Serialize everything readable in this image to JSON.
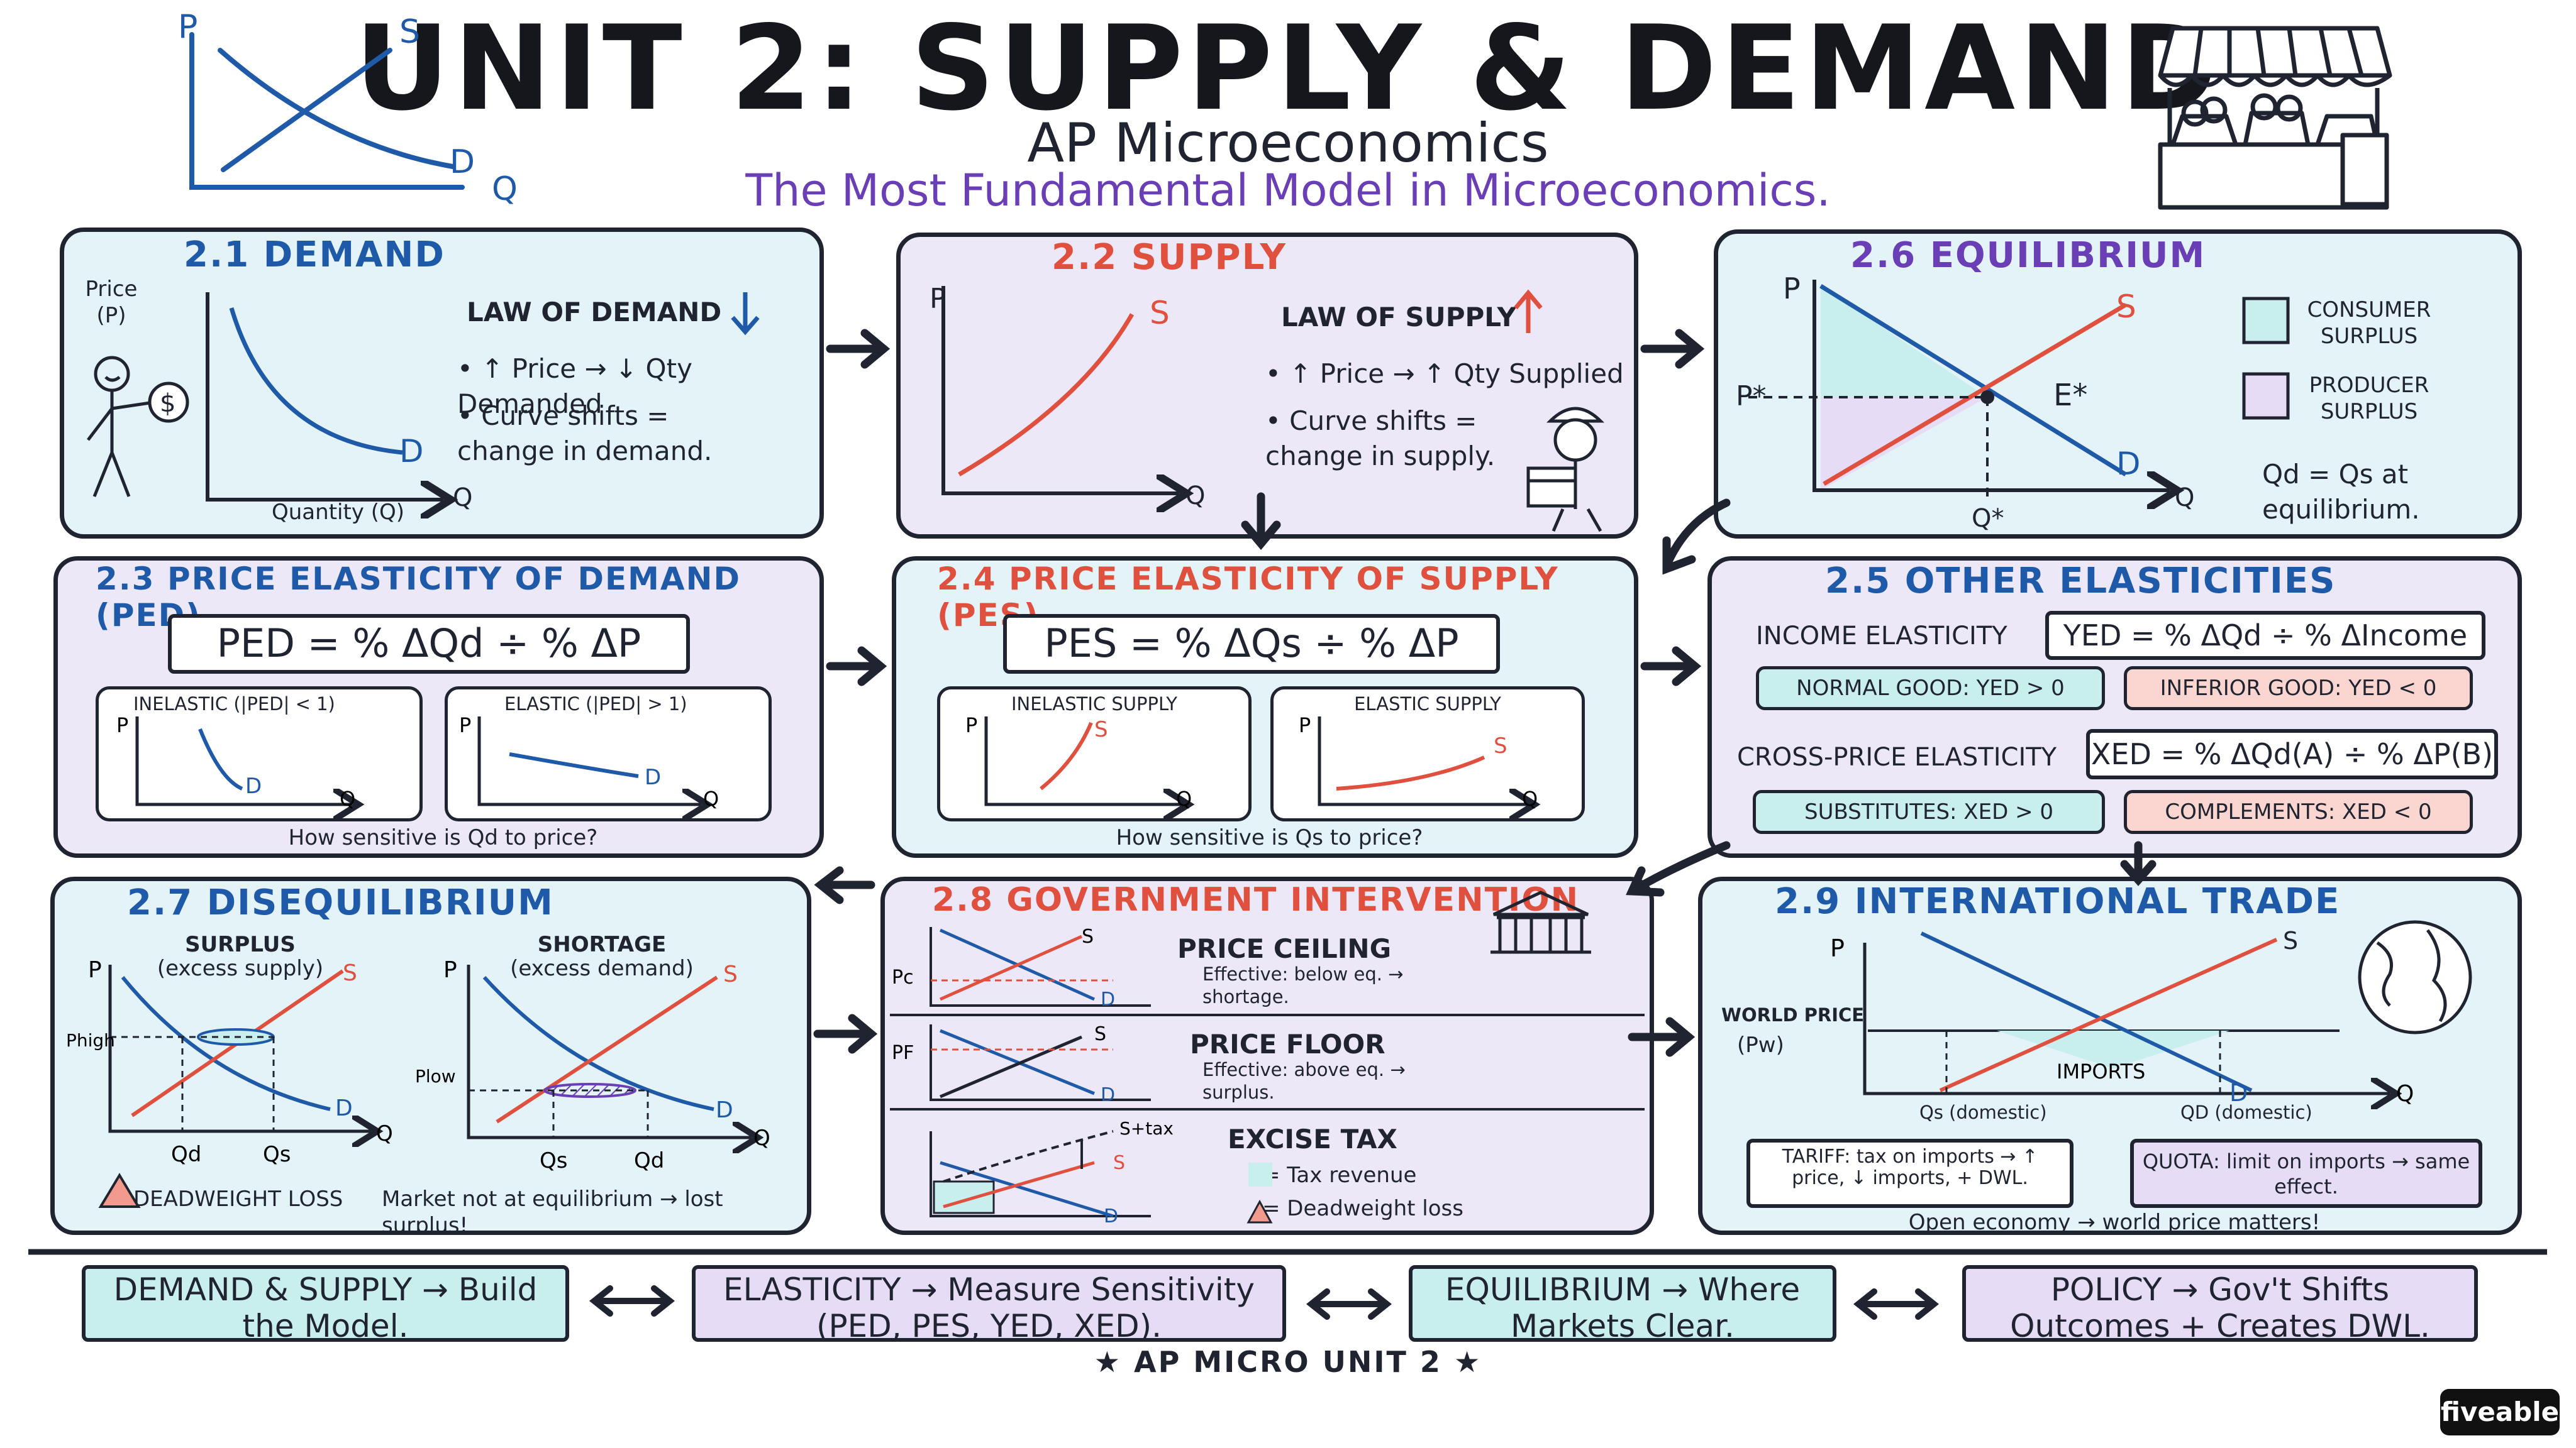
{
  "header": {
    "title": "UNIT 2: SUPPLY & DEMAND",
    "subtitle": "AP Microeconomics",
    "tagline": "The Most Fundamental Model in Microeconomics."
  },
  "corner_graph": {
    "p": "P",
    "s": "S",
    "d": "D",
    "q": "Q"
  },
  "axes": {
    "p": "P",
    "q": "Q",
    "s": "S",
    "d": "D"
  },
  "demand": {
    "title": "2.1 DEMAND",
    "y_label": "Price (P)",
    "x_label": "Quantity (Q)",
    "law": "LAW OF DEMAND",
    "b1": "• ↑ Price → ↓ Qty Demanded",
    "b2": "• Curve shifts = change in demand.",
    "coin": "$"
  },
  "supply": {
    "title": "2.2 SUPPLY",
    "law": "LAW OF SUPPLY",
    "b1": "• ↑ Price → ↑ Qty Supplied",
    "b2": "• Curve shifts = change in supply."
  },
  "equilibrium": {
    "title": "2.6 EQUILIBRIUM",
    "pstar": "P*",
    "qstar": "Q*",
    "estar": "E*",
    "legend_consumer": "CONSUMER SURPLUS",
    "legend_producer": "PRODUCER SURPLUS",
    "note": "Qd = Qs at equilibrium.",
    "colors": {
      "consumer": "#c9eeee",
      "producer": "#e6dcf6"
    }
  },
  "ped": {
    "title": "2.3 PRICE ELASTICITY OF DEMAND (PED)",
    "formula": "PED = % ΔQd ÷ % ΔP",
    "inelastic": "INELASTIC (|PED| < 1)",
    "elastic": "ELASTIC (|PED| > 1)",
    "caption": "How sensitive is Qd to price?"
  },
  "pes": {
    "title": "2.4 PRICE ELASTICITY OF SUPPLY (PES)",
    "formula": "PES = % ΔQs ÷ % ΔP",
    "inelastic": "INELASTIC SUPPLY",
    "elastic": "ELASTIC SUPPLY",
    "caption": "How sensitive is Qs to price?"
  },
  "other": {
    "title": "2.5 OTHER ELASTICITIES",
    "income_label": "INCOME ELASTICITY",
    "income_formula": "YED = % ΔQd ÷ % ΔIncome",
    "normal": "NORMAL GOOD: YED > 0",
    "inferior": "INFERIOR GOOD: YED < 0",
    "cross_label": "CROSS-PRICE ELASTICITY",
    "cross_formula": "XED = % ΔQd(A) ÷ % ΔP(B)",
    "substitutes": "SUBSTITUTES: XED > 0",
    "complements": "COMPLEMENTS: XED < 0"
  },
  "diseq": {
    "title": "2.7 DISEQUILIBRIUM",
    "surplus": "SURPLUS",
    "surplus_sub": "(excess supply)",
    "shortage": "SHORTAGE",
    "shortage_sub": "(excess demand)",
    "phigh": "Phigh",
    "plow": "Plow",
    "qd": "Qd",
    "qs": "Qs",
    "dwl": "DEADWEIGHT LOSS",
    "caption": "Market not at equilibrium → lost surplus!"
  },
  "gov": {
    "title": "2.8 GOVERNMENT INTERVENTION",
    "ceiling": "PRICE CEILING",
    "ceiling_note": "Effective: below eq. → shortage.",
    "floor": "PRICE FLOOR",
    "floor_note": "Effective: above eq. → surplus.",
    "tax": "EXCISE TAX",
    "tax_revenue": "= Tax revenue",
    "dwl": "= Deadweight loss",
    "pc": "Pc",
    "pf": "PF",
    "stax": "S+tax"
  },
  "trade": {
    "title": "2.9 INTERNATIONAL TRADE",
    "world_price": "WORLD PRICE",
    "pw": "(Pw)",
    "imports": "IMPORTS",
    "qs_dom": "Qs (domestic)",
    "qd_dom": "QD (domestic)",
    "tariff": "TARIFF: tax on imports → ↑ price, ↓ imports, + DWL.",
    "quota": "QUOTA: limit on imports → same effect.",
    "caption": "Open economy → world price matters!"
  },
  "footer": {
    "b1": "DEMAND & SUPPLY → Build the Model.",
    "b2": "ELASTICITY → Measure Sensitivity (PED, PES, YED, XED).",
    "b3": "EQUILIBRIUM → Where Markets Clear.",
    "b4": "POLICY → Gov't Shifts Outcomes + Creates DWL.",
    "tagline": "★ AP MICRO UNIT 2 ★",
    "brand": "fiveable"
  },
  "colors": {
    "demand": "#1f5aa8",
    "supply": "#e0503f",
    "blue_panel": "#e4f3f8",
    "purple_panel": "#ece8f7"
  }
}
